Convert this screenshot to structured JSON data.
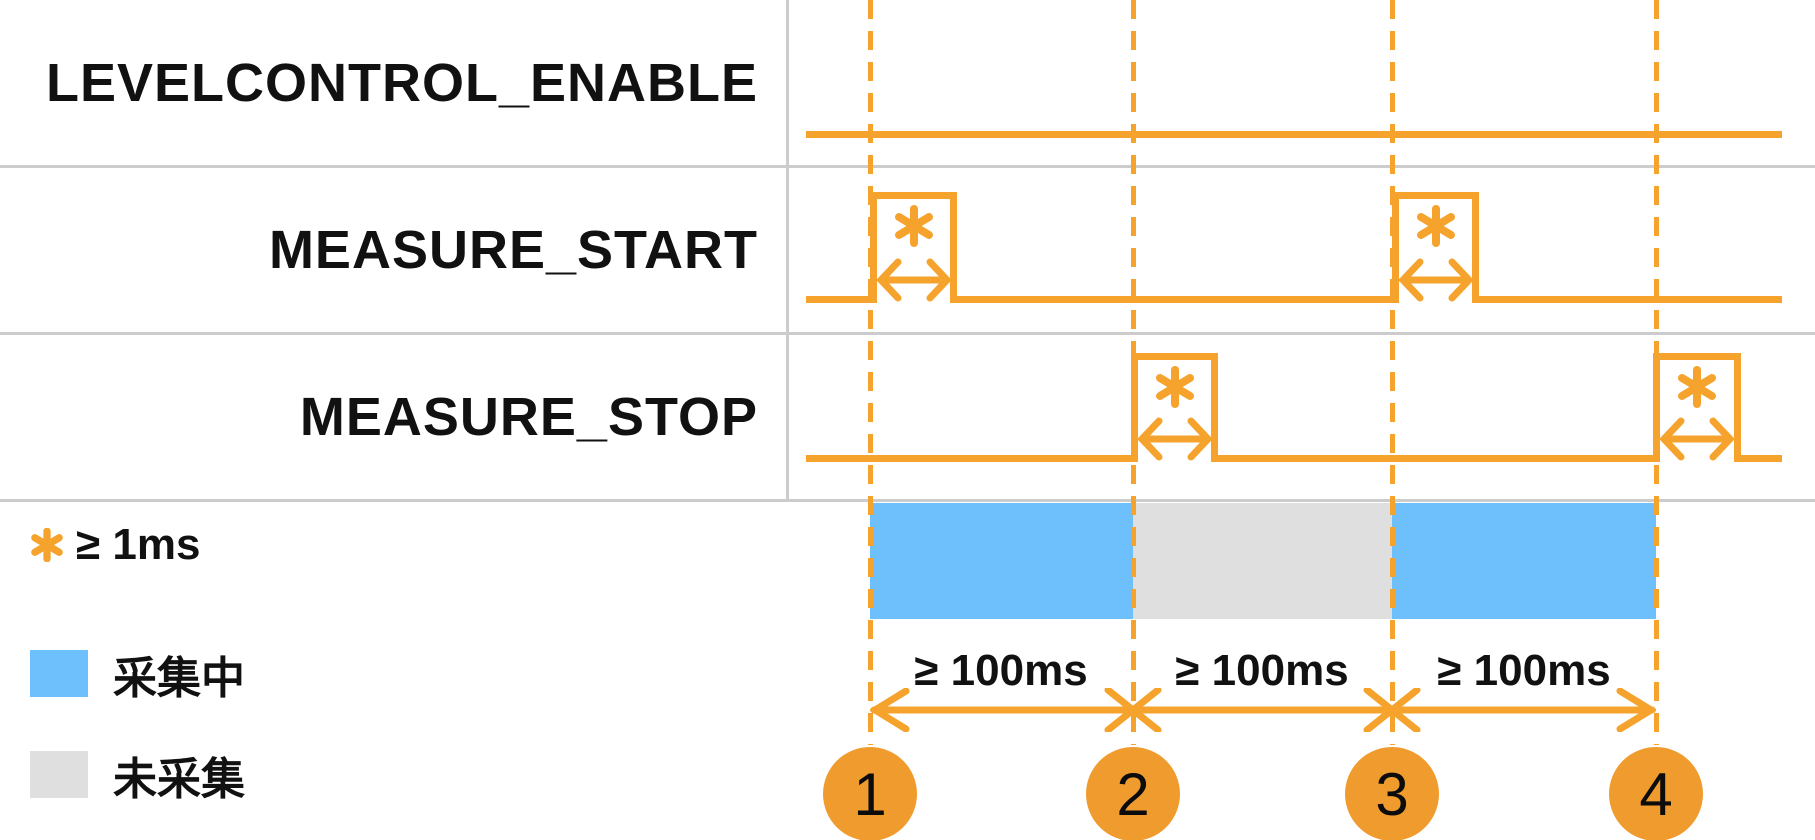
{
  "diagram": {
    "type": "timing-diagram",
    "signals": [
      {
        "label": "LEVELCONTROL_ENABLE",
        "waveform": "constant-high"
      },
      {
        "label": "MEASURE_START",
        "waveform": "pulse",
        "pulses_at_markers": [
          "1",
          "3"
        ]
      },
      {
        "label": "MEASURE_STOP",
        "waveform": "pulse",
        "pulses_at_markers": [
          "2",
          "4"
        ]
      }
    ],
    "pulse_note": {
      "symbol": "*",
      "label": "≥ 1ms"
    },
    "intervals": [
      "≥ 100ms",
      "≥ 100ms",
      "≥ 100ms"
    ],
    "markers": [
      "1",
      "2",
      "3",
      "4"
    ],
    "bands": [
      {
        "from_marker": "1",
        "to_marker": "2",
        "state": "采集中"
      },
      {
        "from_marker": "2",
        "to_marker": "3",
        "state": "未采集"
      },
      {
        "from_marker": "3",
        "to_marker": "4",
        "state": "采集中"
      }
    ],
    "legend": {
      "items": [
        {
          "label": "采集中",
          "color_key": "blue"
        },
        {
          "label": "未采集",
          "color_key": "gray_band"
        }
      ]
    },
    "colors": {
      "orange": "#F5A32C",
      "circle_orange": "#F09B2D",
      "blue": "#6EC0FC",
      "gray_band": "#DFDFDF",
      "divider": "#CCCCCC",
      "ink": "#111111"
    },
    "icons": {
      "asterisk-icon": "*",
      "pulse-width-arrow-icon": "↔",
      "interval-arrow-icon": "↔"
    }
  }
}
